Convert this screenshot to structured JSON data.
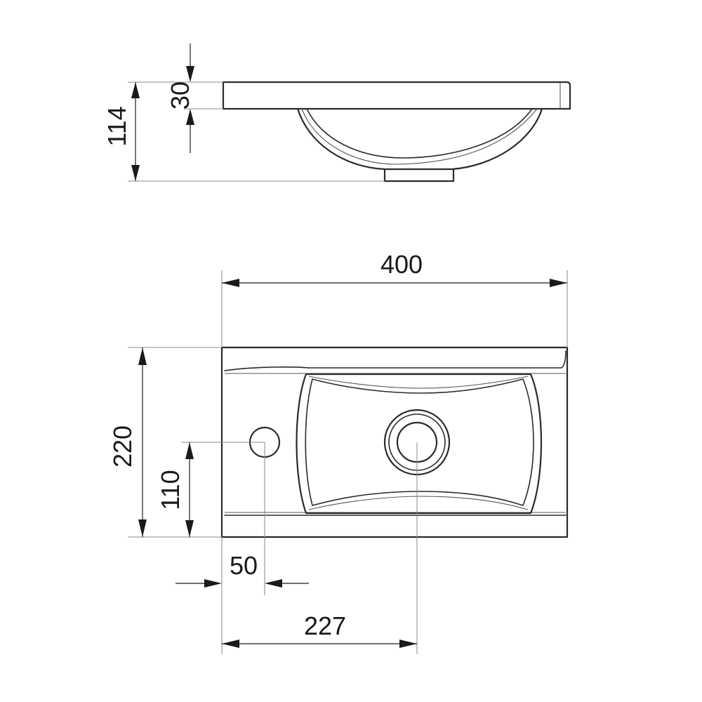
{
  "drawing": {
    "side_view": {
      "dimensions": {
        "rim_thickness": "30",
        "total_height": "114"
      }
    },
    "top_view": {
      "dimensions": {
        "width": "400",
        "depth": "220",
        "tap_hole_from_front": "110",
        "tap_hole_from_left": "50",
        "drain_from_left": "227"
      }
    }
  }
}
